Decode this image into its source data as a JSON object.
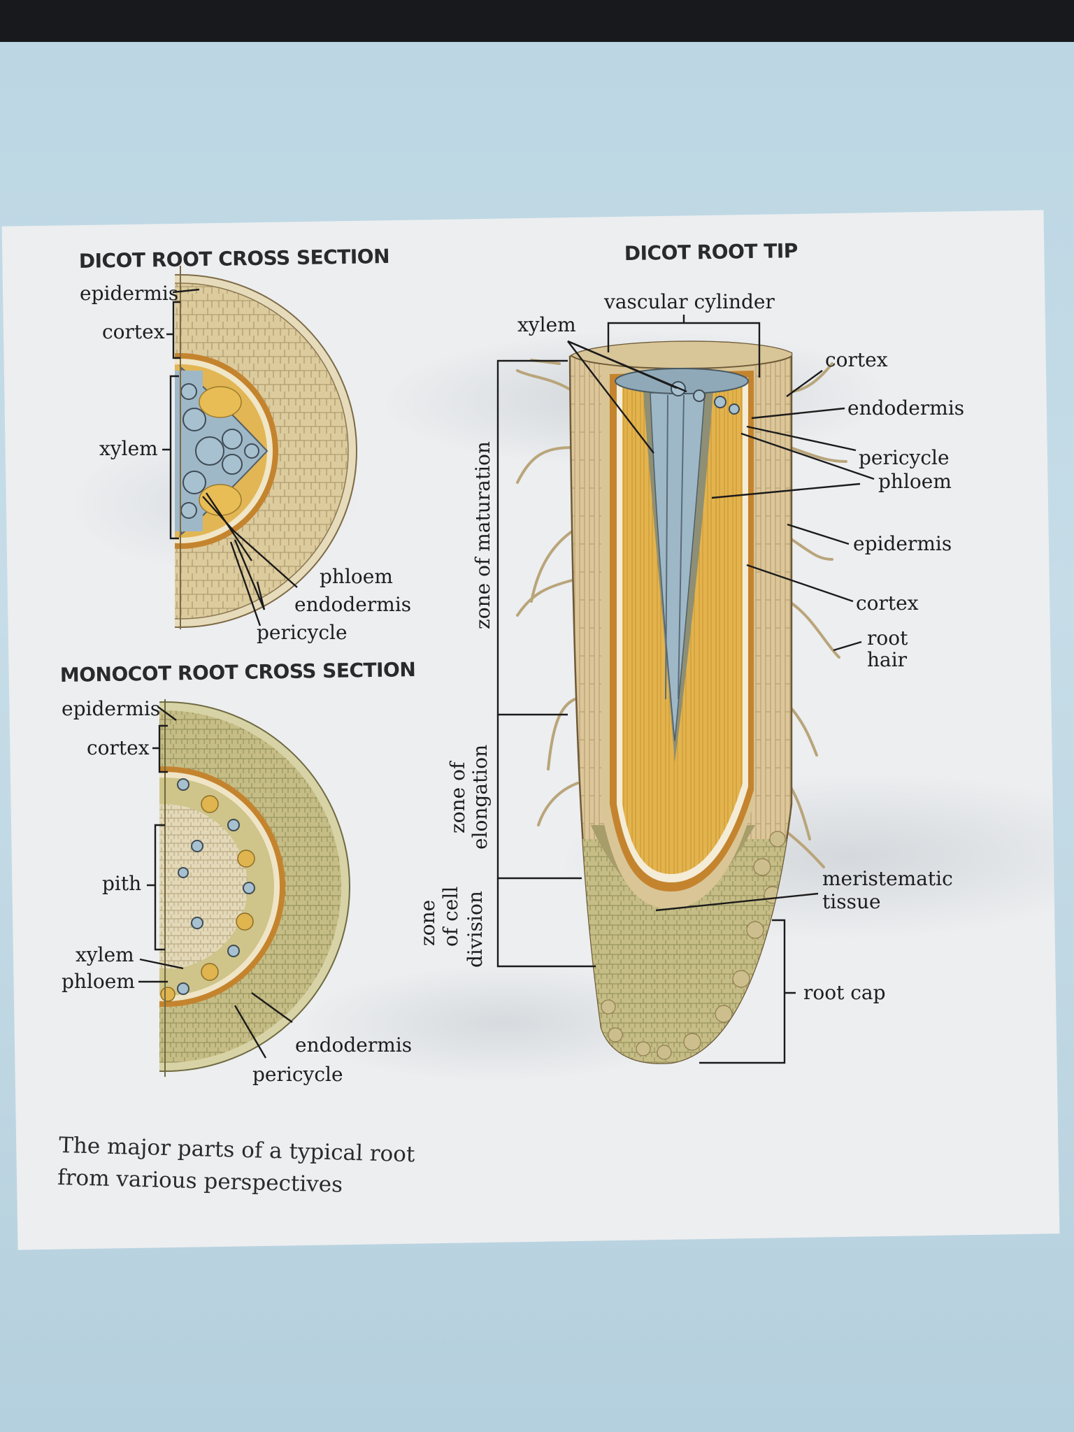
{
  "dicot_cross_section": {
    "title": "DICOT ROOT CROSS SECTION",
    "labels": {
      "epidermis": "epidermis",
      "cortex": "cortex",
      "xylem": "xylem",
      "phloem": "phloem",
      "endodermis": "endodermis",
      "pericycle": "pericycle"
    }
  },
  "monocot_cross_section": {
    "title": "MONOCOT ROOT CROSS SECTION",
    "labels": {
      "epidermis": "epidermis",
      "cortex": "cortex",
      "pith": "pith",
      "xylem": "xylem",
      "phloem": "phloem",
      "endodermis": "endodermis",
      "pericycle": "pericycle"
    }
  },
  "dicot_root_tip": {
    "title": "DICOT ROOT TIP",
    "labels": {
      "vascular_cylinder": "vascular cylinder",
      "xylem": "xylem",
      "cortex_top": "cortex",
      "endodermis": "endodermis",
      "pericycle": "pericycle",
      "phloem": "phloem",
      "epidermis": "epidermis",
      "cortex": "cortex",
      "root_hair_1": "root",
      "root_hair_2": "hair",
      "meristematic_1": "meristematic",
      "meristematic_2": "tissue",
      "root_cap": "root cap"
    },
    "zones": {
      "maturation": "zone of maturation",
      "elongation_1": "zone of",
      "elongation_2": "elongation",
      "cell_division_1": "zone",
      "cell_division_2": "of cell",
      "cell_division_3": "division"
    }
  },
  "caption": {
    "line1": "The major parts of a typical root",
    "line2": "from various perspectives"
  },
  "colors": {
    "paper": "#eceef0",
    "page_blue": "#bcd6e3",
    "cortex_tan": "#d9c89a",
    "endodermis_orange": "#c4842e",
    "xylem_blue": "#9fb8c8",
    "phloem_yellow": "#e2b654",
    "stele_gold": "#e3b44e",
    "meristem_green": "#b7ad72"
  }
}
